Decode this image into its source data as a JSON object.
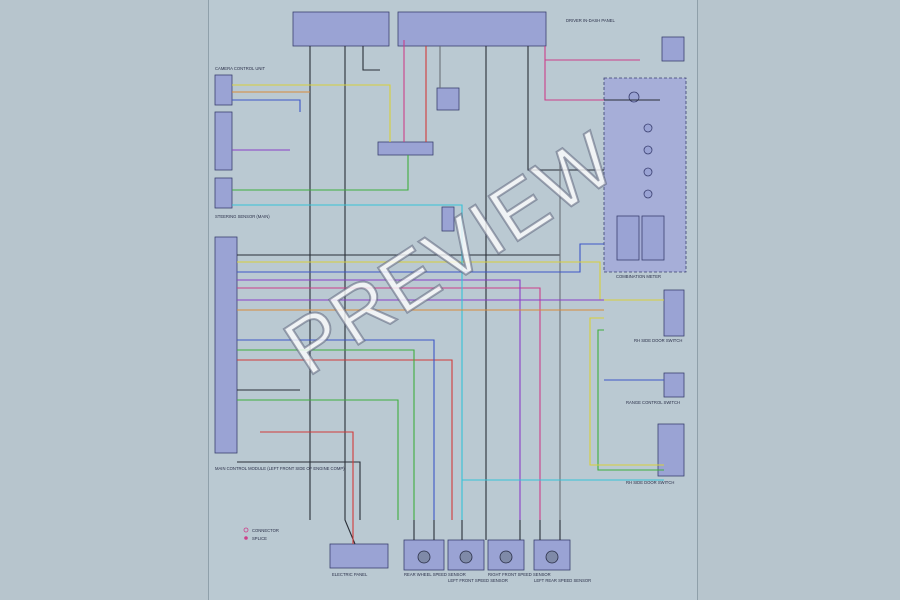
{
  "diagram": {
    "component_labels": {
      "left_top": "CAMERA CONTROL UNIT",
      "left_mid": "STEERING SENSOR (MAIN)",
      "left_main": "MAIN CONTROL MODULE (LEFT FRONT SIDE OF ENGINE COMP)",
      "right_top": "DRIVER IN-DASH PANEL",
      "right_module": "COMBINATION METER",
      "right_sw1": "RH SIDE DOOR SWITCH",
      "right_sw2": "RANGE CONTROL SWITCH",
      "right_sw3": "RH SIDE DOOR SWITCH",
      "bottom_ecu": "ELECTRIC PANEL",
      "sensor1": "REAR WHEEL SPEED SENSOR",
      "sensor2": "LEFT FRONT SPEED SENSOR",
      "sensor3": "RIGHT FRONT SPEED SENSOR",
      "sensor4": "LEFT REAR SPEED SENSOR"
    },
    "legend": {
      "item1": "CONNECTOR",
      "item2": "SPLICE"
    }
  },
  "watermark": {
    "text": "PREVIEW"
  }
}
